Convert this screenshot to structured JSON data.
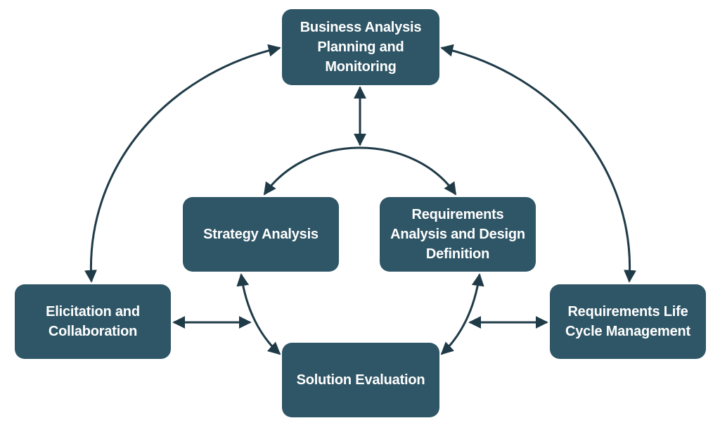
{
  "diagram": {
    "nodes": [
      {
        "id": "planning",
        "label": "Business Analysis\nPlanning and\nMonitoring"
      },
      {
        "id": "strategy",
        "label": "Strategy Analysis"
      },
      {
        "id": "radd",
        "label": "Requirements\nAnalysis and Design\nDefinition"
      },
      {
        "id": "elicitation",
        "label": "Elicitation and\nCollaboration"
      },
      {
        "id": "rlcm",
        "label": "Requirements Life\nCycle Management"
      },
      {
        "id": "solution",
        "label": "Solution Evaluation"
      }
    ],
    "edges": [
      {
        "from": "planning",
        "to": "elicitation",
        "direction": "both"
      },
      {
        "from": "planning",
        "to": "rlcm",
        "direction": "both"
      },
      {
        "from": "planning",
        "to": "strategy",
        "direction": "both"
      },
      {
        "from": "planning",
        "to": "radd",
        "direction": "both"
      },
      {
        "from": "elicitation",
        "to": "solution",
        "direction": "both"
      },
      {
        "from": "rlcm",
        "to": "solution",
        "direction": "both"
      },
      {
        "from": "strategy",
        "to": "solution",
        "direction": "both"
      },
      {
        "from": "radd",
        "to": "solution",
        "direction": "both"
      }
    ],
    "colors": {
      "node_fill": "#2f5666",
      "node_text": "#ffffff",
      "connector": "#1f3b48",
      "background": "#ffffff"
    }
  }
}
